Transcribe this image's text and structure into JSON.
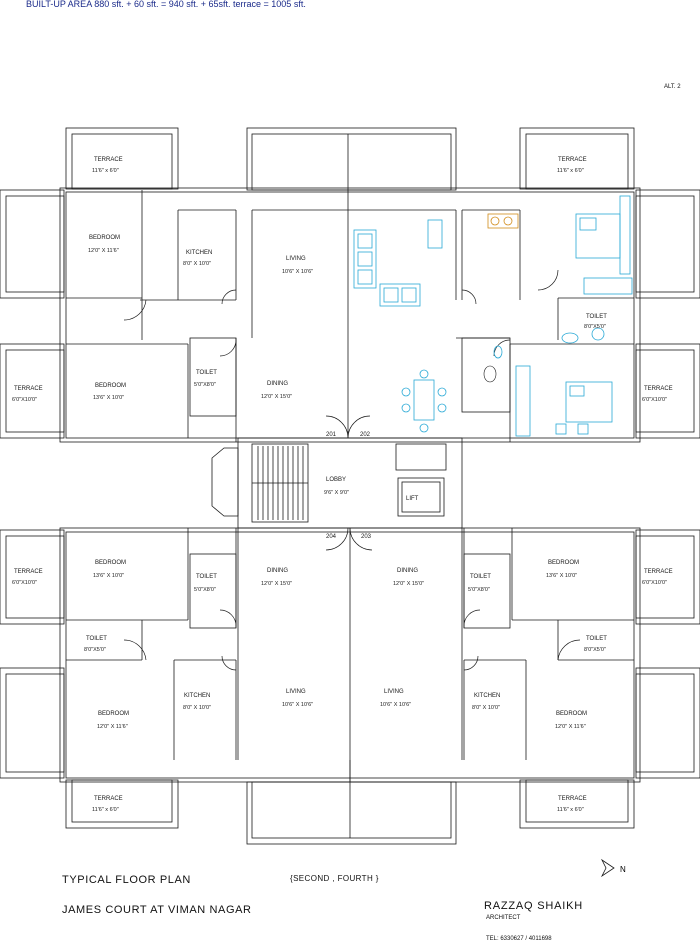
{
  "header": {
    "built_up_area": "BUILT-UP AREA 880 sft. + 60 sft. = 940 sft. + 65sft. terrace = 1005 sft.",
    "alt": "ALT. 2"
  },
  "flats": {
    "f201": "201",
    "f202": "202",
    "f203": "203",
    "f204": "204"
  },
  "rooms": {
    "terrace": "TERRACE",
    "terrace_small_dim": "11'6\" x 6'0\"",
    "terrace_side_dim": "6'0\"X10'0\"",
    "bedroom": "BEDROOM",
    "bedroom_master_dim": "12'0\" X 11'6\"",
    "bedroom_dim": "13'6\" X 10'0\"",
    "kitchen": "KITCHEN",
    "kitchen_dim": "8'0\" X 10'0\"",
    "living": "LIVING",
    "living_dim": "10'6\" X 10'6\"",
    "dining": "DINING",
    "dining_dim": "12'0\" X 15'0\"",
    "toilet": "TOILET",
    "toilet_dim": "5'0\"X8'0\"",
    "toilet_small_dim": "8'0\"X5'0\"",
    "lobby": "LOBBY",
    "lobby_dim": "9'6\" X 9'0\"",
    "lift": "LIFT"
  },
  "footer": {
    "plan_title": "TYPICAL FLOOR PLAN",
    "floors": "{SECOND , FOURTH }",
    "project": "JAMES COURT AT VIMAN NAGAR",
    "architect_name": "RAZZAQ SHAIKH",
    "architect_role": "ARCHITECT",
    "tel": "TEL: 6330627 / 4011698",
    "north": "N"
  },
  "colors": {
    "walls": "#1a1a1a",
    "furniture": "#29a9d6",
    "header_text": "#1a2a8a"
  }
}
